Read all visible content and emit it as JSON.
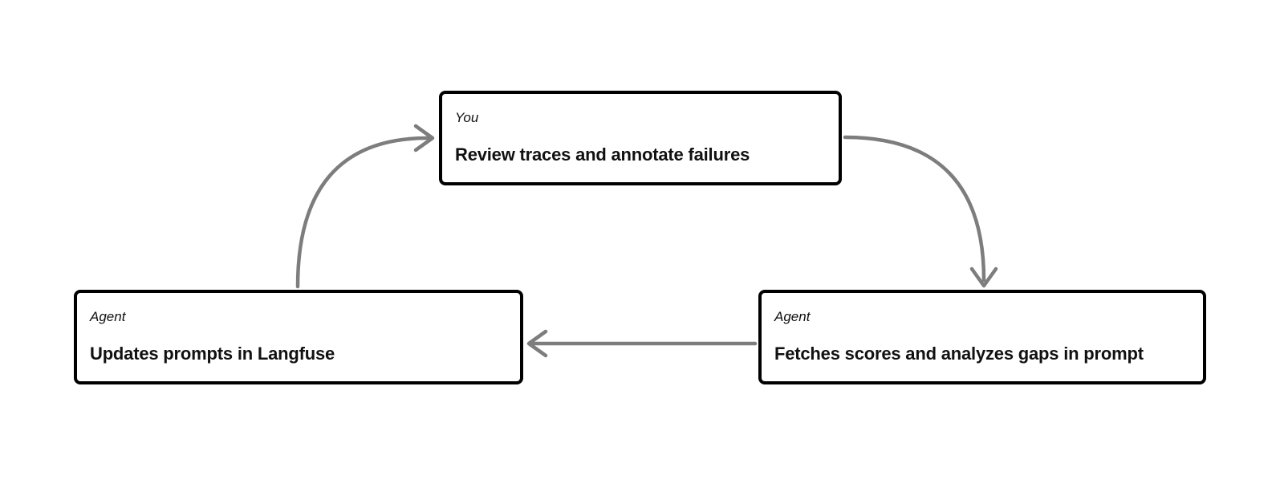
{
  "diagram": {
    "nodes": {
      "review": {
        "role": "You",
        "label": "Review traces and annotate failures"
      },
      "update": {
        "role": "Agent",
        "label": "Updates prompts in Langfuse"
      },
      "fetch": {
        "role": "Agent",
        "label": "Fetches scores and analyzes gaps in prompt"
      }
    },
    "edges": [
      {
        "from": "update",
        "to": "review",
        "style": "curved"
      },
      {
        "from": "review",
        "to": "fetch",
        "style": "curved"
      },
      {
        "from": "fetch",
        "to": "update",
        "style": "straight"
      }
    ],
    "colors": {
      "background": "#ffffff",
      "arrow": "#7d7d7d",
      "node_border": "#000000",
      "node_background": "#ffffff",
      "text": "#111111"
    }
  }
}
